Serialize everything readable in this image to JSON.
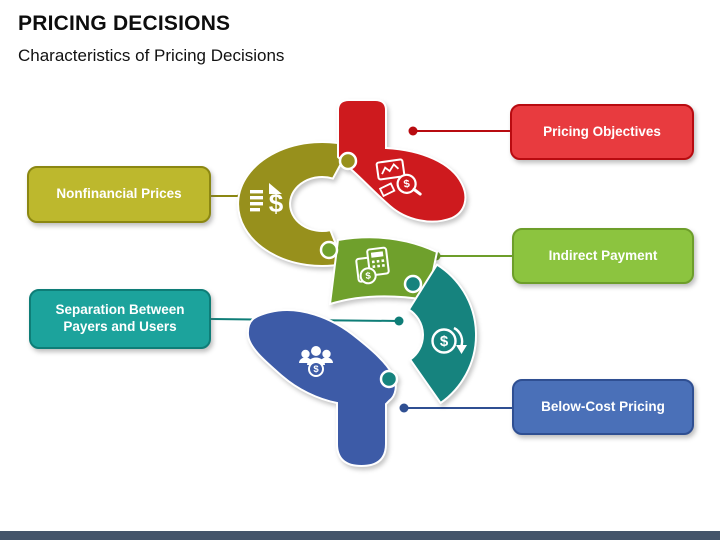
{
  "slide": {
    "title": "PRICING DECISIONS",
    "subtitle": "Characteristics of Pricing Decisions",
    "background": "#ffffff",
    "footer_bar_color": "#44546a"
  },
  "diagram": {
    "description": "Dollar-sign shaped jigsaw puzzle with five pieces",
    "currency_symbol": "$",
    "pieces": [
      {
        "name": "pricing-objectives",
        "color": "#ce1a1e",
        "icon": "market-analysis-icon"
      },
      {
        "name": "nonfinancial-prices",
        "color": "#97901c",
        "icon": "price-list-icon"
      },
      {
        "name": "indirect-payment",
        "color": "#6fa02c",
        "icon": "mobile-payment-icon"
      },
      {
        "name": "separation-between-payers-and-users",
        "color": "#16837e",
        "icon": "cost-cycle-icon"
      },
      {
        "name": "below-cost-pricing",
        "color": "#3d5ba7",
        "icon": "payers-group-icon"
      }
    ]
  },
  "boxes": [
    {
      "label": "Pricing Objectives",
      "fill": "#e83b3f",
      "border": "#b80b10",
      "connector": "#b80b10",
      "text_color": "#ffffff"
    },
    {
      "label": "Nonfinancial Prices",
      "fill": "#bdb82d",
      "border": "#8b8712",
      "connector": "#8b8712",
      "text_color": "#ffffff"
    },
    {
      "label": "Indirect Payment",
      "fill": "#8cc43f",
      "border": "#6d9e2a",
      "connector": "#6d9e2a",
      "text_color": "#ffffff"
    },
    {
      "label": "Separation Between Payers and Users",
      "fill": "#1ca39c",
      "border": "#0e7d77",
      "connector": "#0e7d77",
      "text_color": "#ffffff"
    },
    {
      "label": "Below-Cost Pricing",
      "fill": "#4a70b8",
      "border": "#2f4f92",
      "connector": "#2f4f92",
      "text_color": "#ffffff"
    }
  ]
}
